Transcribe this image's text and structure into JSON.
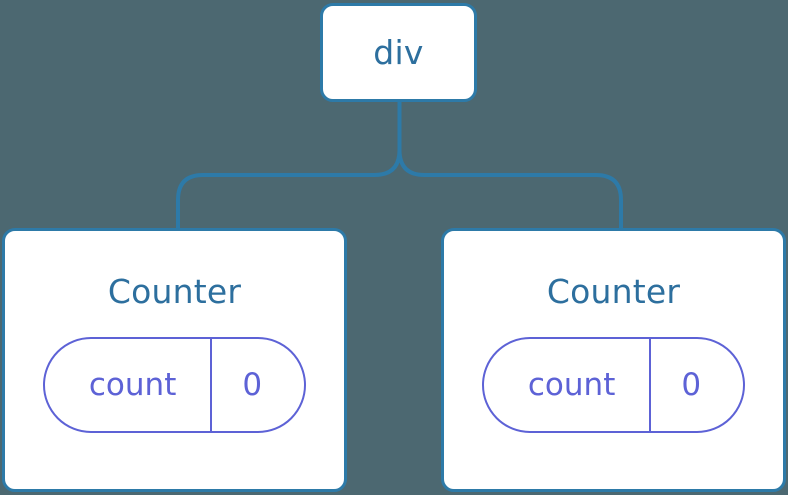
{
  "diagram": {
    "type": "component-tree",
    "background_color": "#4c6871",
    "edge_color": "#2d7aa8",
    "node_border_color": "#2d7aa8",
    "node_fill_color": "#ffffff",
    "node_text_color": "#2d6f9e",
    "state_pill_color": "#5d62d6",
    "root": {
      "label": "div"
    },
    "children": [
      {
        "label": "Counter",
        "state": {
          "key": "count",
          "value": "0"
        }
      },
      {
        "label": "Counter",
        "state": {
          "key": "count",
          "value": "0"
        }
      }
    ]
  }
}
